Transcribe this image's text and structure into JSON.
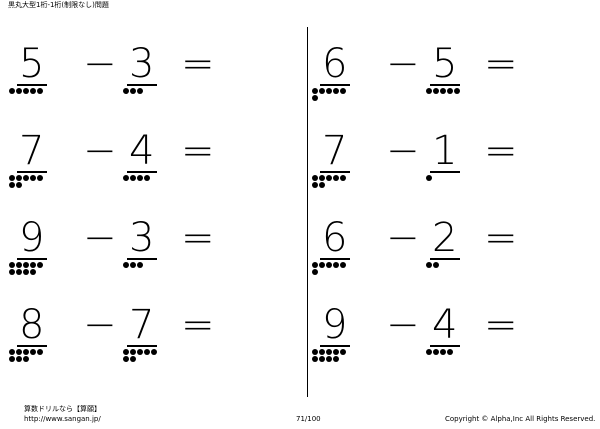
{
  "header": {
    "title": "黒丸大型1桁-1桁(制限なし)問題"
  },
  "problems": [
    {
      "a": "5",
      "op": "−",
      "b": "3",
      "eq": "=",
      "a_dots": 5,
      "b_dots": 3
    },
    {
      "a": "6",
      "op": "−",
      "b": "5",
      "eq": "=",
      "a_dots": 6,
      "b_dots": 5
    },
    {
      "a": "7",
      "op": "−",
      "b": "4",
      "eq": "=",
      "a_dots": 7,
      "b_dots": 4
    },
    {
      "a": "7",
      "op": "−",
      "b": "1",
      "eq": "=",
      "a_dots": 7,
      "b_dots": 1
    },
    {
      "a": "9",
      "op": "−",
      "b": "3",
      "eq": "=",
      "a_dots": 9,
      "b_dots": 3
    },
    {
      "a": "6",
      "op": "−",
      "b": "2",
      "eq": "=",
      "a_dots": 6,
      "b_dots": 2
    },
    {
      "a": "8",
      "op": "−",
      "b": "7",
      "eq": "=",
      "a_dots": 8,
      "b_dots": 7
    },
    {
      "a": "9",
      "op": "−",
      "b": "4",
      "eq": "=",
      "a_dots": 9,
      "b_dots": 4
    }
  ],
  "footer": {
    "site_name": "算数ドリルなら【算願】",
    "url": "http://www.sangan.jp/",
    "page": "71/100",
    "copyright": "Copyright © Alpha,Inc All Rights Reserved."
  }
}
